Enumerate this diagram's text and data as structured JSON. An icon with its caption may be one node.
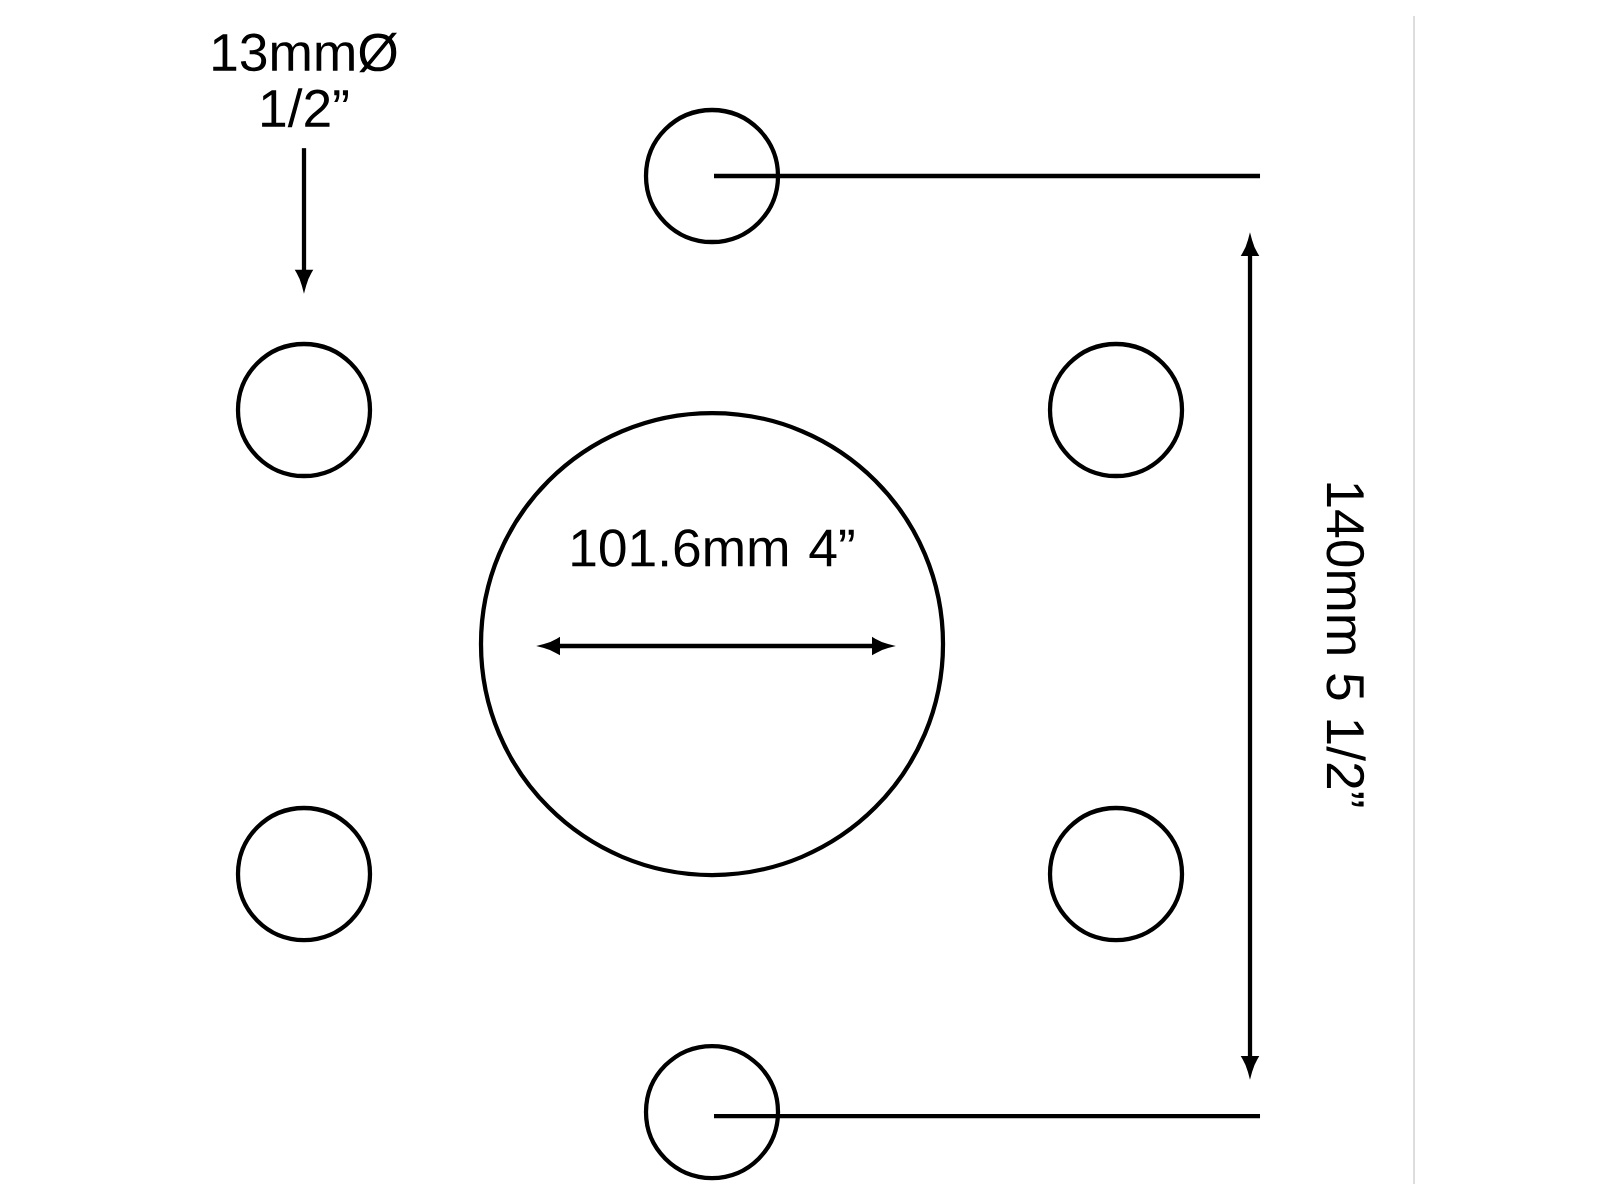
{
  "diagram": {
    "nodes": [
      {
        "text": [
          "13mmØ 1/2”"
        ]
      },
      {
        "text": [],
        "shape": "circle"
      },
      {
        "text": [],
        "shape": "circle"
      },
      {
        "text": [],
        "shape": "circle"
      },
      {
        "text": [
          "101.6mm 4”"
        ]
      },
      {
        "text": [],
        "shape": "circle"
      },
      {
        "text": [],
        "shape": "circle"
      },
      {
        "text": [],
        "shape": "circle"
      }
    ],
    "edges": [
      {
        "from": 0,
        "to": 2,
        "arrow": "to"
      }
    ],
    "labels": [
      "140mm 5 1/2”"
    ]
  }
}
